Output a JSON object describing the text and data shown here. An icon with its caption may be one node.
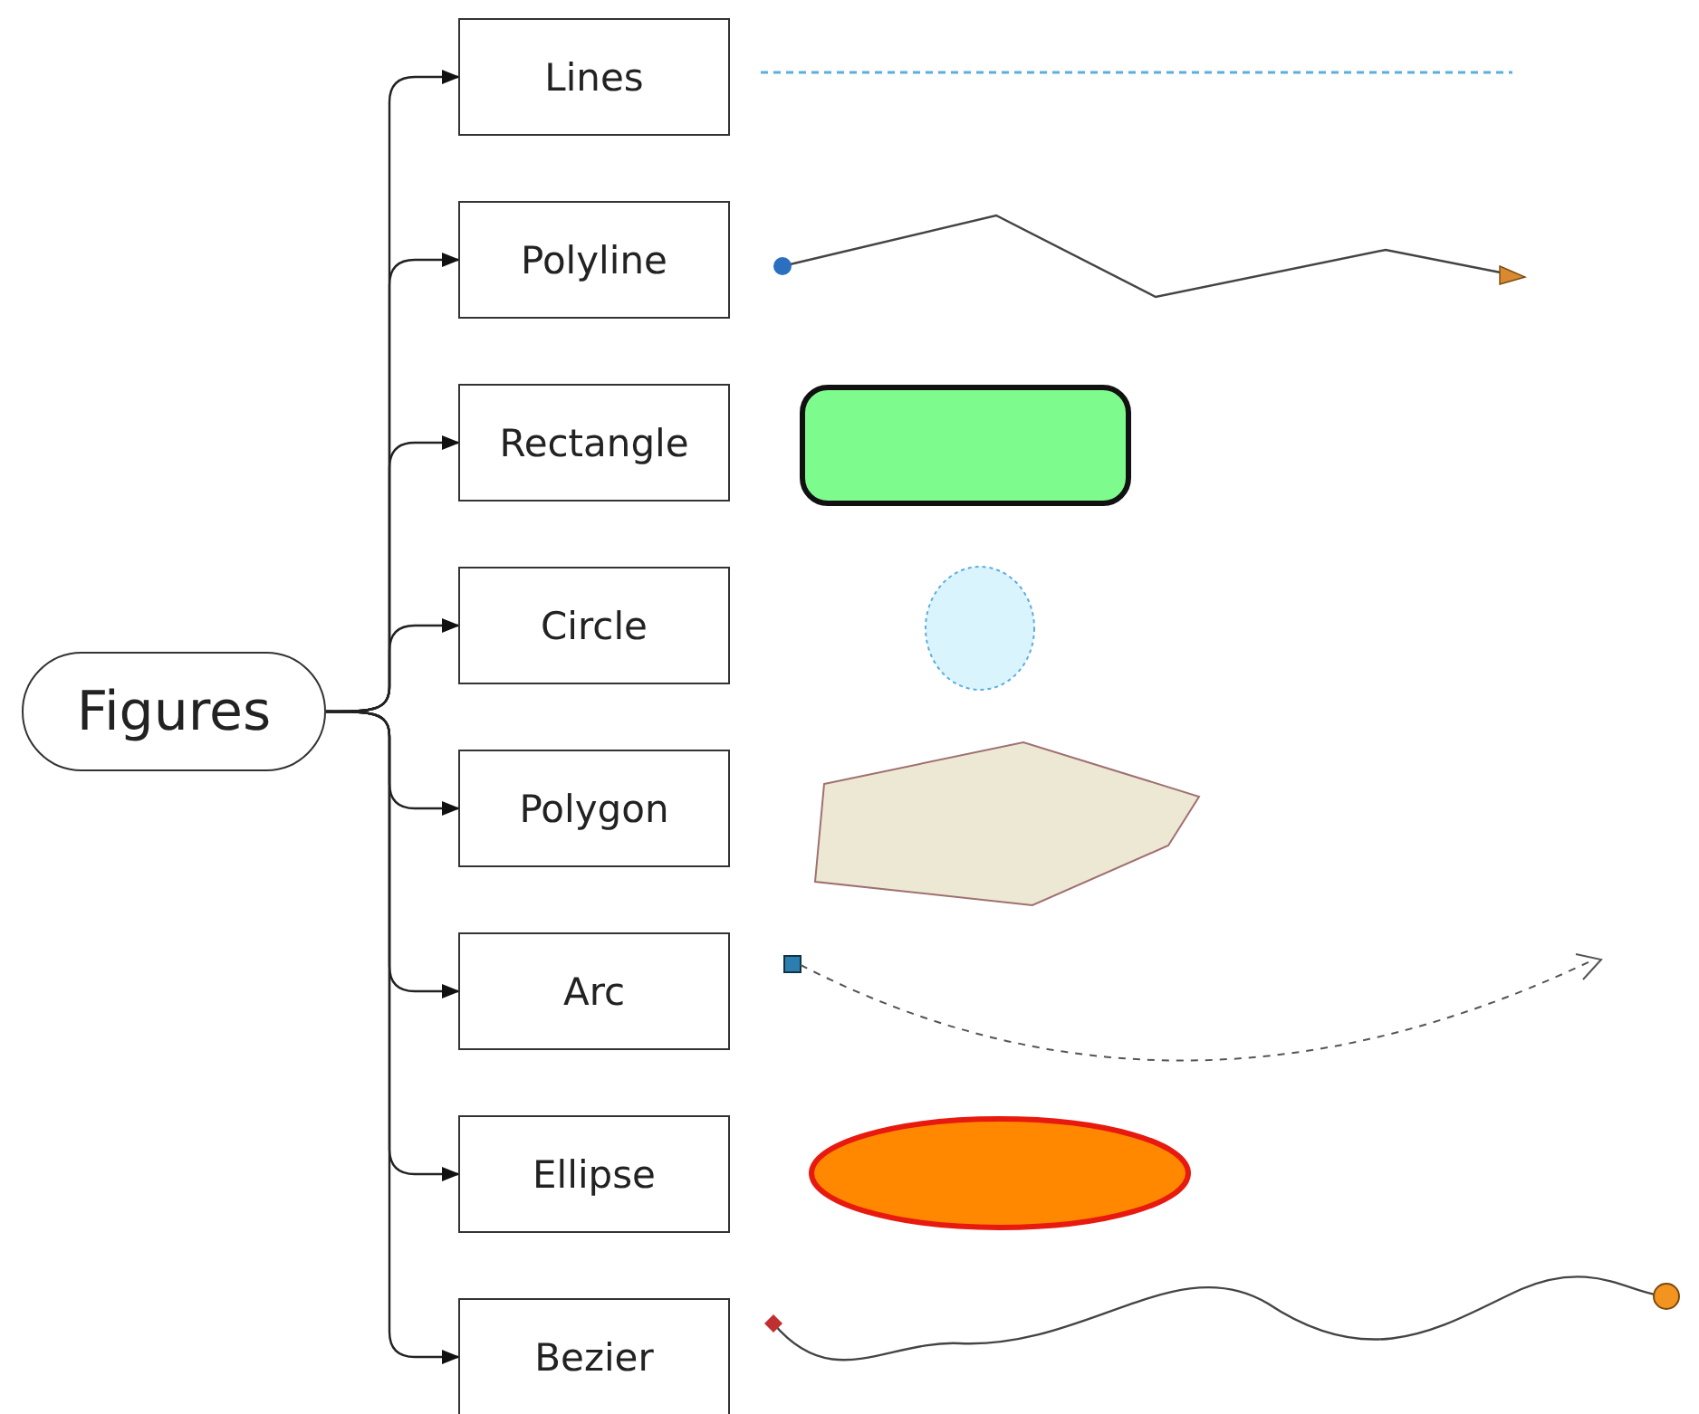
{
  "diagram": {
    "nodes": [
      {
        "text": [
          "Figures"
        ]
      },
      {
        "text": [
          "Lines"
        ]
      },
      {
        "text": [
          "Polyline"
        ]
      },
      {
        "text": [
          "Rectangle"
        ]
      },
      {
        "text": [
          "Circle"
        ]
      },
      {
        "text": [
          "Polygon"
        ]
      },
      {
        "text": [
          "Arc"
        ]
      },
      {
        "text": [
          "Ellipse"
        ]
      },
      {
        "text": [
          "Bezier"
        ]
      }
    ],
    "edges": [
      {
        "from": 0,
        "to": 1,
        "arrow": "to"
      },
      {
        "from": 0,
        "to": 2,
        "arrow": "to"
      },
      {
        "from": 0,
        "to": 3,
        "arrow": "to"
      },
      {
        "from": 0,
        "to": 4,
        "arrow": "to"
      },
      {
        "from": 0,
        "to": 5,
        "arrow": "to"
      },
      {
        "from": 0,
        "to": 6,
        "arrow": "to"
      },
      {
        "from": 0,
        "to": 7,
        "arrow": "to"
      },
      {
        "from": 0,
        "to": 8,
        "arrow": "to"
      }
    ]
  }
}
